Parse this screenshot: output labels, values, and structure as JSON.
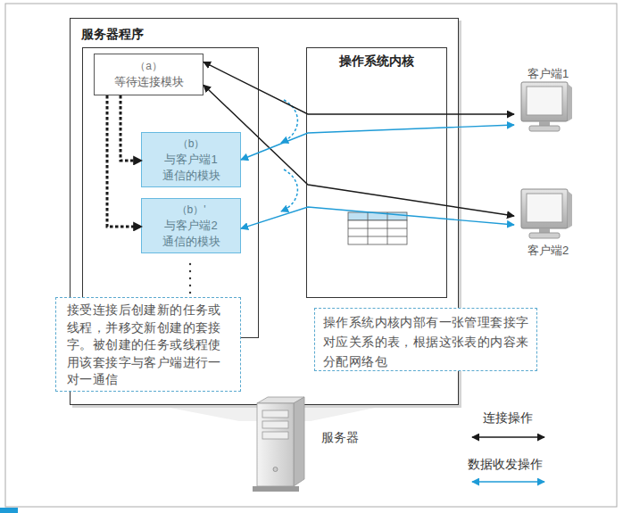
{
  "diagram": {
    "nodes": [
      {
        "text": [
          "服务器程序"
        ]
      },
      {
        "text": [
          "（a）",
          "等待连接模块"
        ],
        "in": 0
      },
      {
        "text": [
          "（b）",
          "与客户端1 通信的模块"
        ],
        "in": 0
      },
      {
        "text": [
          "（b）'",
          "与客户端2 通信的模块"
        ],
        "in": 0
      },
      {
        "text": [
          "操作系统内核"
        ],
        "in": 0
      },
      {
        "text": [
          "客户端1"
        ]
      },
      {
        "text": [
          "客户端2"
        ]
      },
      {
        "text": [
          "接受连接后创建新的任务或线程，并移交新创建的套接字。被创建的任务或线程使用该套接字与客户端进行一对一通信"
        ]
      },
      {
        "text": [
          "操作系统内核内部有一张管理套接字对应关系的表，根据这张表的内容来分配网络包"
        ]
      },
      {
        "text": [
          "服务器"
        ]
      }
    ],
    "edges": [
      {
        "from": 1,
        "to": 2,
        "arrow": "to"
      },
      {
        "from": 1,
        "to": 3,
        "arrow": "to"
      },
      {
        "from": 1,
        "to": 5,
        "arrow": "both"
      },
      {
        "from": 1,
        "to": 6,
        "arrow": "both"
      },
      {
        "from": 2,
        "to": 5,
        "arrow": "both"
      },
      {
        "from": 3,
        "to": 6,
        "arrow": "both"
      }
    ],
    "legend": [
      {
        "text": "连接操作"
      },
      {
        "text": "数据收发操作"
      }
    ]
  }
}
